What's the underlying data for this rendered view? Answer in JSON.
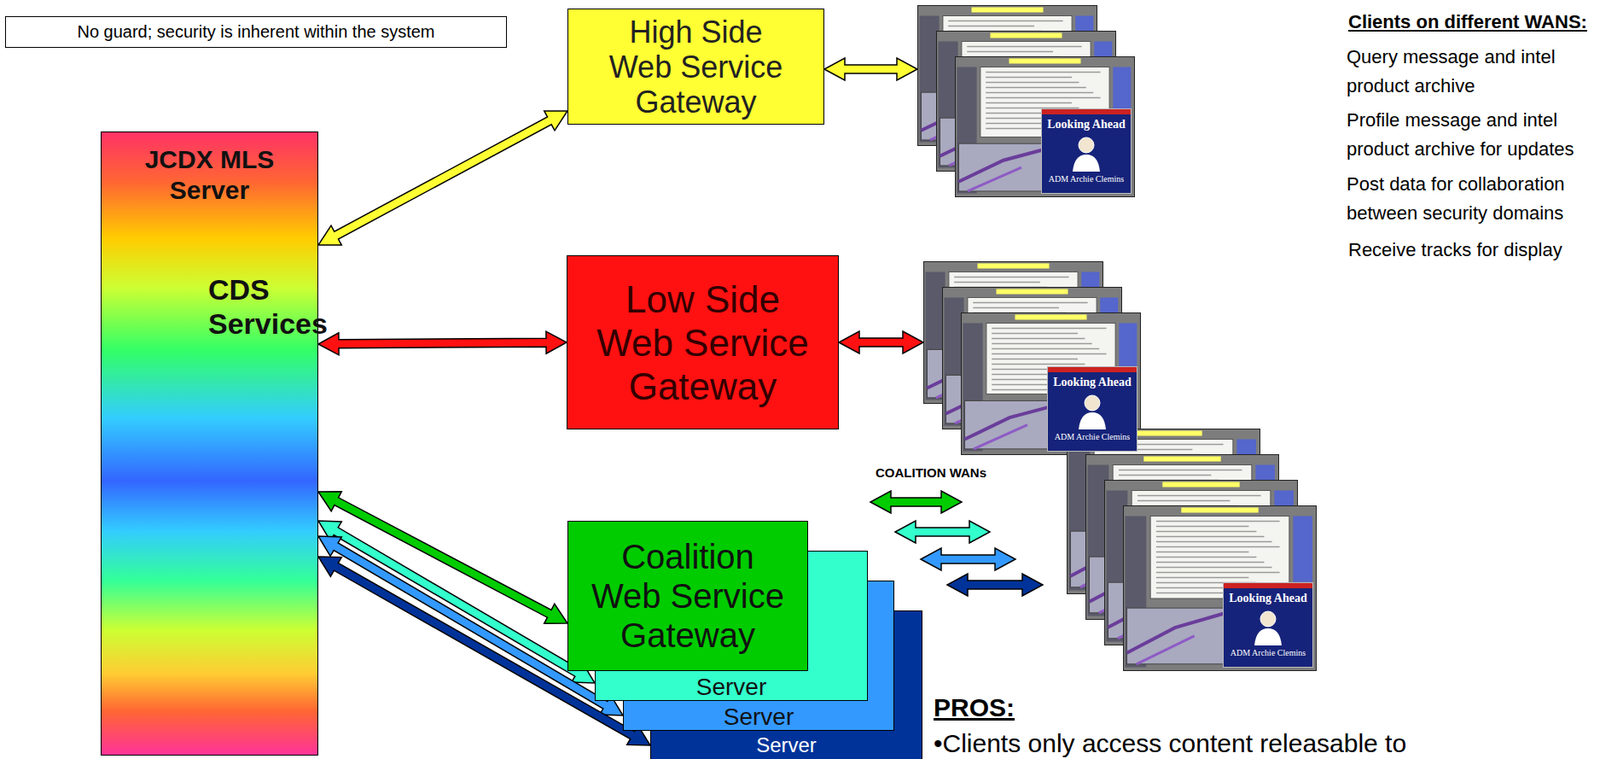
{
  "diagram": {
    "nodes": [
      {
        "text": [
          "No guard; security is inherent within the system"
        ]
      },
      {
        "text": [
          "JCDX MLS Server",
          "CDS Services"
        ]
      },
      {
        "text": [
          "High Side Web Service Gateway"
        ]
      },
      {
        "text": [
          "Looking Ahead",
          "ADM Archie Clemins"
        ]
      },
      {
        "text": [
          "Low Side Web Service Gateway"
        ]
      },
      {
        "text": [
          "Looking Ahead",
          "ADM Archie Clemins"
        ]
      },
      {
        "text": [
          "Coalition Web Service Gateway"
        ]
      },
      {
        "text": [
          "Server"
        ]
      },
      {
        "text": [
          "Server"
        ]
      },
      {
        "text": [
          "Server"
        ]
      },
      {
        "text": [
          "Looking Ahead",
          "ADM Archie Clemins"
        ]
      }
    ],
    "edges": [
      {
        "from": 1,
        "to": 2,
        "arrow": "both"
      },
      {
        "from": 2,
        "to": 3,
        "arrow": "both"
      },
      {
        "from": 1,
        "to": 4,
        "arrow": "both"
      },
      {
        "from": 4,
        "to": 5,
        "arrow": "both"
      },
      {
        "from": 1,
        "to": 6,
        "arrow": "both"
      },
      {
        "from": 1,
        "to": 7,
        "arrow": "both"
      },
      {
        "from": 1,
        "to": 8,
        "arrow": "both"
      },
      {
        "from": 1,
        "to": 9,
        "arrow": "both"
      }
    ],
    "labels": [
      "Clients on different WANS:",
      "Query message and intel product archive",
      "Profile message and intel product archive for updates",
      "Post data for collaboration between security domains",
      "Receive tracks for display",
      "COALITION WANs",
      "PROS:",
      "•Clients only access content releasable to"
    ]
  }
}
